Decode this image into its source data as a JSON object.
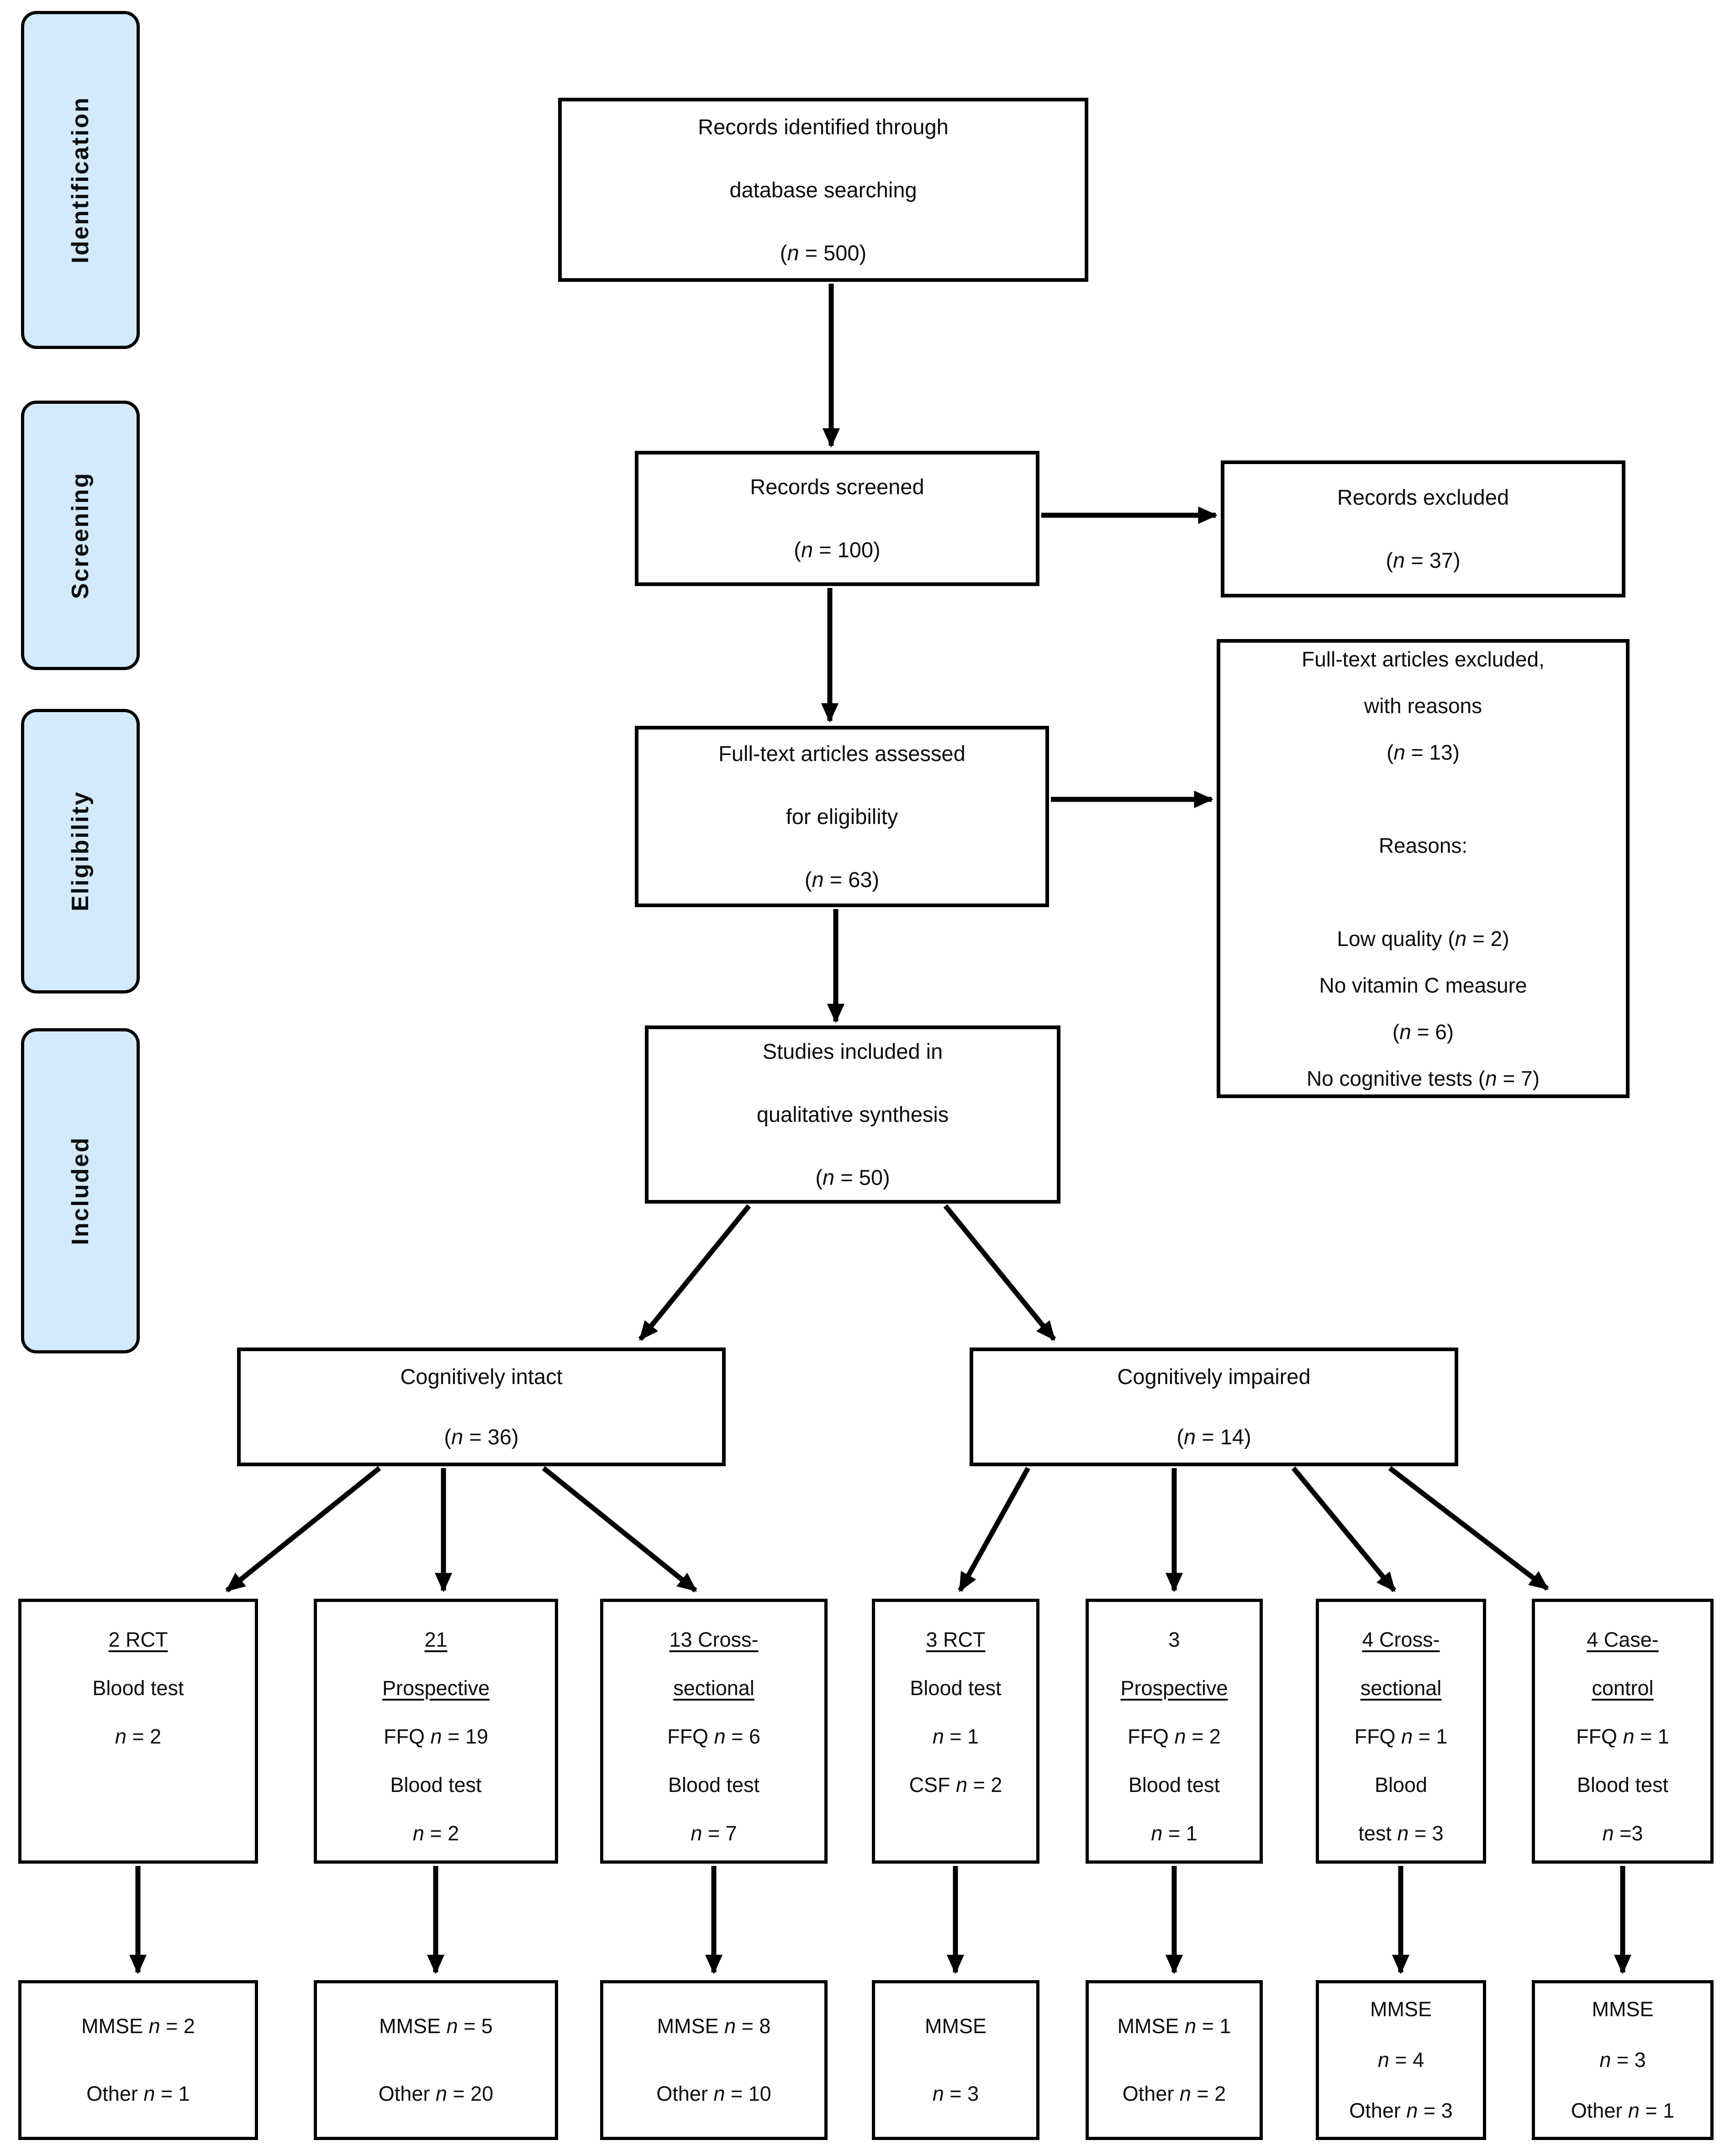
{
  "sidebar": {
    "items": [
      {
        "label": "Identification"
      },
      {
        "label": "Screening"
      },
      {
        "label": "Eligibility"
      },
      {
        "label": "Included"
      }
    ]
  },
  "colors": {
    "stage_fill": "#d3eafc",
    "box_border": "#000000",
    "text": "#0d0d0d",
    "background": "#ffffff"
  },
  "boxes": {
    "records_identified": {
      "lines": [
        {
          "t": "Records identified through"
        },
        {
          "t": "database searching"
        },
        {
          "t": "(n = 500)"
        }
      ]
    },
    "records_screened": {
      "lines": [
        {
          "t": "Records screened"
        },
        {
          "t": "(n = 100)"
        }
      ]
    },
    "records_excluded": {
      "lines": [
        {
          "t": "Records excluded"
        },
        {
          "t": "(n = 37)"
        }
      ]
    },
    "fulltext_assessed": {
      "lines": [
        {
          "t": "Full-text articles assessed"
        },
        {
          "t": "for eligibility"
        },
        {
          "t": "(n = 63)"
        }
      ]
    },
    "fulltext_excluded": {
      "lines": [
        {
          "t": "Full-text articles excluded,"
        },
        {
          "t": "with reasons"
        },
        {
          "t": "(n = 13)"
        },
        {
          "t": ""
        },
        {
          "t": "Reasons:"
        },
        {
          "t": ""
        },
        {
          "t": "Low quality (n = 2)"
        },
        {
          "t": "No vitamin C measure"
        },
        {
          "t": "(n = 6)"
        },
        {
          "t": "No cognitive tests (n = 7)"
        }
      ]
    },
    "studies_included": {
      "lines": [
        {
          "t": "Studies included in"
        },
        {
          "t": "qualitative synthesis"
        },
        {
          "t": "(n = 50)"
        }
      ]
    },
    "cognitively_intact": {
      "lines": [
        {
          "t": "Cognitively intact"
        },
        {
          "t": "(n = 36)"
        }
      ]
    },
    "cognitively_impaired": {
      "lines": [
        {
          "t": "Cognitively impaired"
        },
        {
          "t": "(n = 14)"
        }
      ]
    }
  },
  "row4": [
    {
      "lines": [
        {
          "t": "2 RCT",
          "u": true
        },
        {
          "t": "Blood test"
        },
        {
          "t": "n = 2"
        }
      ]
    },
    {
      "lines": [
        {
          "t": "21",
          "u": true
        },
        {
          "t": "Prospective",
          "u": true
        },
        {
          "t": "FFQ n = 19"
        },
        {
          "t": "Blood test"
        },
        {
          "t": "n = 2"
        }
      ]
    },
    {
      "lines": [
        {
          "t": "13 Cross-",
          "u": true
        },
        {
          "t": "sectional",
          "u": true
        },
        {
          "t": "FFQ n = 6"
        },
        {
          "t": "Blood test"
        },
        {
          "t": "n = 7"
        }
      ]
    },
    {
      "lines": [
        {
          "t": "3 RCT",
          "u": true
        },
        {
          "t": "Blood test"
        },
        {
          "t": "n = 1"
        },
        {
          "t": "CSF n = 2"
        }
      ]
    },
    {
      "lines": [
        {
          "t": "3"
        },
        {
          "t": "Prospective",
          "u": true
        },
        {
          "t": "FFQ n = 2"
        },
        {
          "t": "Blood test"
        },
        {
          "t": "n = 1"
        }
      ]
    },
    {
      "lines": [
        {
          "t": "4 Cross-",
          "u": true
        },
        {
          "t": "sectional",
          "u": true
        },
        {
          "t": "FFQ n = 1"
        },
        {
          "t": "Blood"
        },
        {
          "t": "test n = 3"
        }
      ]
    },
    {
      "lines": [
        {
          "t": "4 Case-",
          "u": true
        },
        {
          "t": "control",
          "u": true
        },
        {
          "t": "FFQ n = 1"
        },
        {
          "t": "Blood test"
        },
        {
          "t": "n =3"
        }
      ]
    }
  ],
  "bottom": [
    {
      "lines": [
        {
          "t": "MMSE n = 2"
        },
        {
          "t": "Other n = 1"
        }
      ]
    },
    {
      "lines": [
        {
          "t": "MMSE n = 5"
        },
        {
          "t": "Other n = 20"
        }
      ]
    },
    {
      "lines": [
        {
          "t": "MMSE n = 8"
        },
        {
          "t": "Other n = 10"
        }
      ]
    },
    {
      "lines": [
        {
          "t": "MMSE"
        },
        {
          "t": "n = 3"
        }
      ]
    },
    {
      "lines": [
        {
          "t": "MMSE n = 1"
        },
        {
          "t": "Other n = 2"
        }
      ]
    },
    {
      "lines": [
        {
          "t": "MMSE"
        },
        {
          "t": "n = 4"
        },
        {
          "t": "Other n = 3"
        }
      ]
    },
    {
      "lines": [
        {
          "t": "MMSE"
        },
        {
          "t": "n = 3"
        },
        {
          "t": "Other n = 1"
        }
      ]
    }
  ]
}
